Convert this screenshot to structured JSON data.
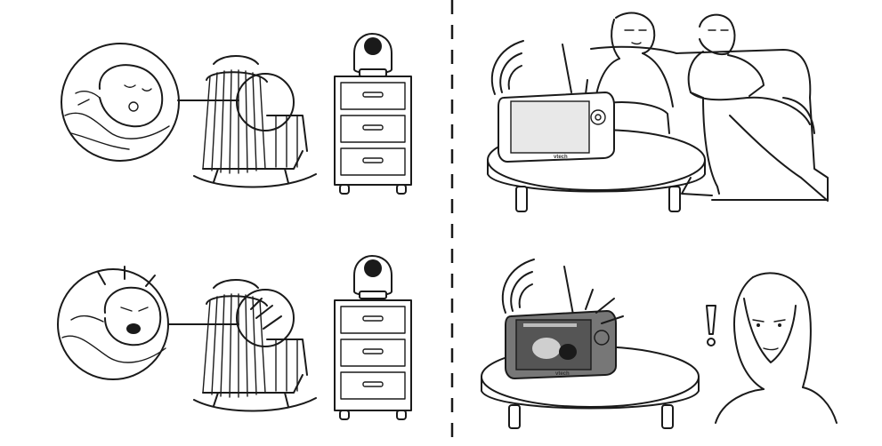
{
  "brand": {
    "label": "vtech"
  },
  "panels": [
    {
      "id": "quiet-nursery",
      "state": "baby sleeping"
    },
    {
      "id": "quiet-parents",
      "state": "monitor silent"
    },
    {
      "id": "crying-nursery",
      "state": "baby crying"
    },
    {
      "id": "alert-parent",
      "state": "monitor alert"
    }
  ],
  "colors": {
    "line": "#1a1a1a",
    "screen": "#555555",
    "screen_quiet": "#e8e8e8",
    "background": "#ffffff"
  }
}
